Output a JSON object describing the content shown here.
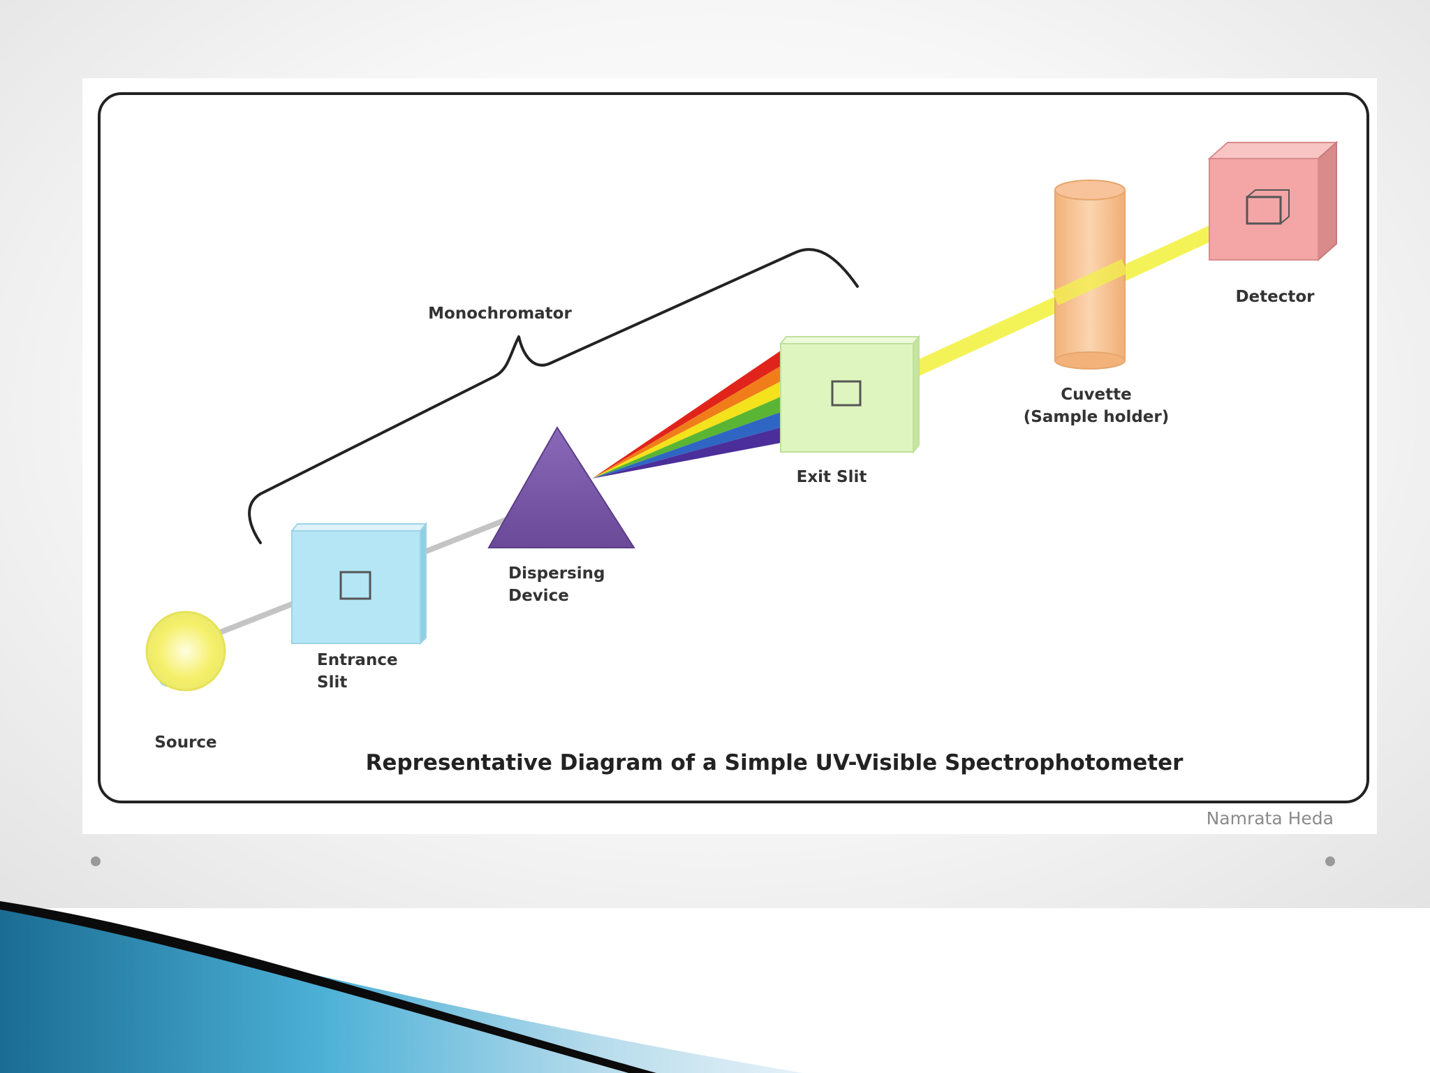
{
  "diagram": {
    "title": "Representative Diagram of a Simple UV-Visible Spectrophotometer",
    "author": "Namrata Heda",
    "components": {
      "source": "Source",
      "entrance_slit": [
        "Entrance",
        "Slit"
      ],
      "dispersing_device": [
        "Dispersing",
        "Device"
      ],
      "monochromator": "Monochromator",
      "exit_slit": "Exit Slit",
      "cuvette": [
        "Cuvette",
        "(Sample holder)"
      ],
      "detector": "Detector"
    },
    "colors": {
      "source": "#f5f06a",
      "entrance_slit": "#b5e6f5",
      "prism": "#7b5aa6",
      "exit_slit": "#dff5c0",
      "cuvette": "#f8c89a",
      "detector": "#f4a6a6",
      "beam_after_exit": "#f2f24a",
      "beam_before_prism": "#c8c8c8",
      "spectrum": [
        "#e0241b",
        "#f07d1a",
        "#f4e21c",
        "#5bb534",
        "#2f66c4",
        "#4b2e9a"
      ]
    }
  }
}
